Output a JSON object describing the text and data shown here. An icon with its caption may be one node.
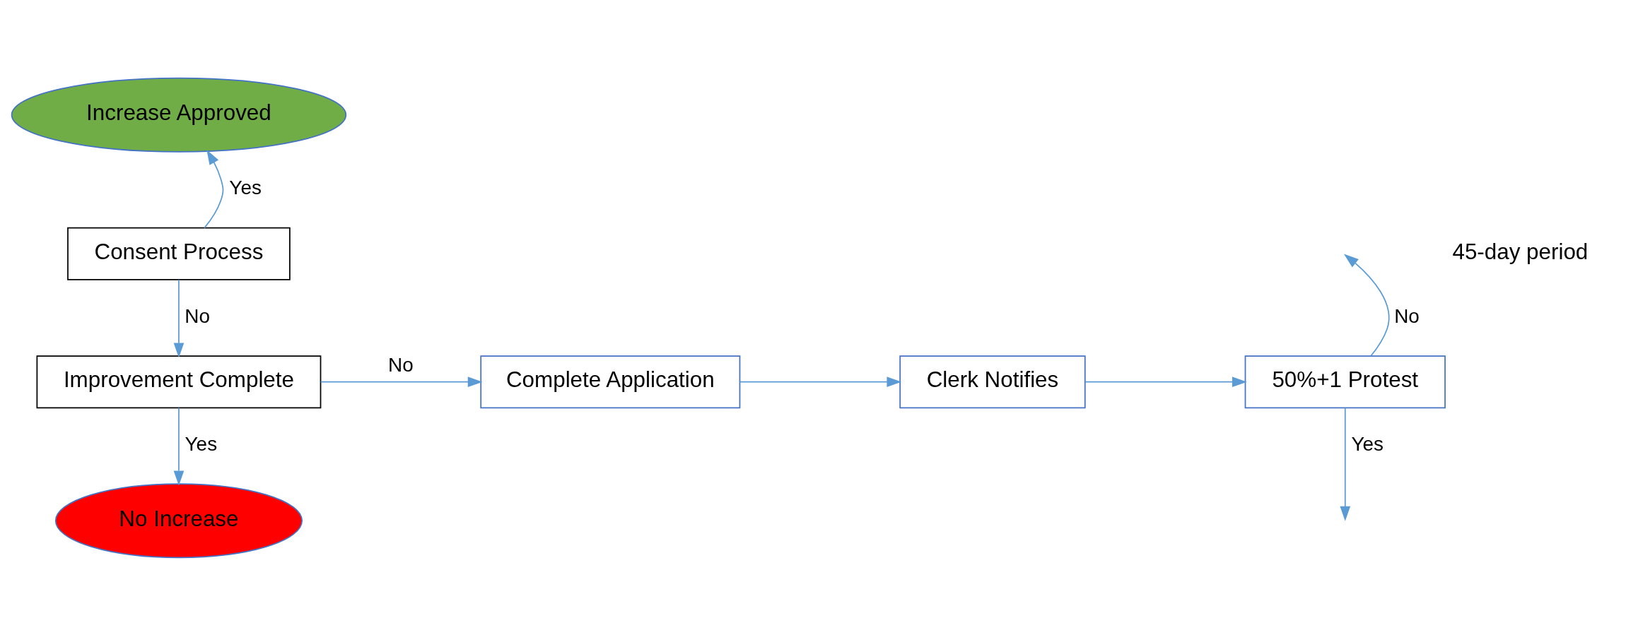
{
  "diagram": {
    "nodes": [
      {
        "text": [
          "Increase Approved"
        ]
      },
      {
        "text": [
          "Consent Process"
        ]
      },
      {
        "text": [
          "Improvement Complete"
        ]
      },
      {
        "text": [
          "No Increase"
        ]
      },
      {
        "text": [
          "Complete Application"
        ]
      },
      {
        "text": [
          "Clerk Notifies"
        ]
      },
      {
        "text": [
          "50%+1 Protest"
        ]
      }
    ],
    "edges": [
      {
        "from": 1,
        "to": 0,
        "arrow": "to",
        "label": "Yes"
      },
      {
        "from": 1,
        "to": 2,
        "arrow": "to",
        "label": "No"
      },
      {
        "from": 2,
        "to": 3,
        "arrow": "to",
        "label": "Yes"
      },
      {
        "from": 2,
        "to": 4,
        "arrow": "to",
        "label": "No"
      },
      {
        "from": 4,
        "to": 5,
        "arrow": "to"
      },
      {
        "from": 5,
        "to": 6,
        "arrow": "to"
      },
      {
        "from": 6,
        "to": null,
        "arrow": "to",
        "label": "No"
      },
      {
        "from": 6,
        "to": null,
        "arrow": "to",
        "label": "Yes"
      }
    ],
    "labels": [
      "45-day period"
    ]
  }
}
